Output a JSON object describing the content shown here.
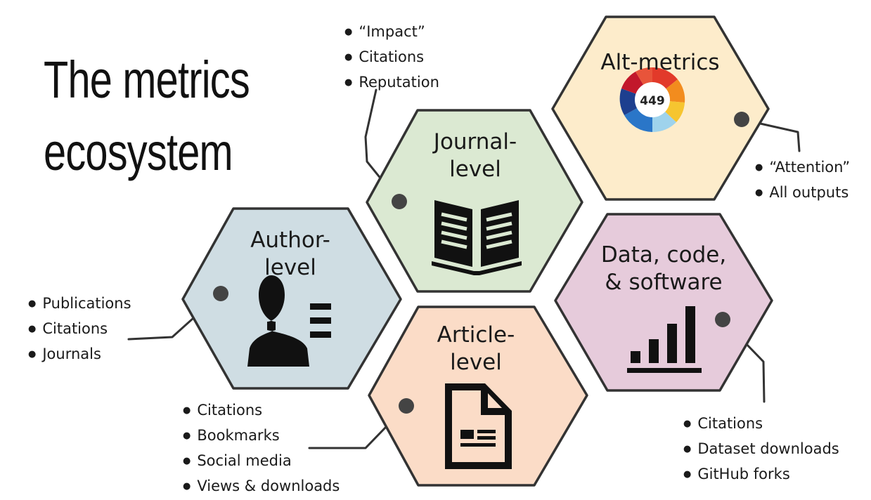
{
  "title": {
    "line1": "The metrics",
    "line2": "ecosystem"
  },
  "hexagons": {
    "journal": {
      "label_line1": "Journal-",
      "label_line2": "level",
      "fill": "#dbe9d2",
      "icon": "open-book-icon",
      "bullets": [
        "“Impact”",
        "Citations",
        "Reputation"
      ]
    },
    "altmetrics": {
      "label_line1": "Alt-metrics",
      "fill": "#fdeccb",
      "icon": "altmetric-donut-icon",
      "badge_score": "449",
      "bullets": [
        "“Attention”",
        "All outputs"
      ]
    },
    "author": {
      "label_line1": "Author-",
      "label_line2": "level",
      "fill": "#cfdde3",
      "icon": "person-profile-icon",
      "bullets": [
        "Publications",
        "Citations",
        "Journals"
      ]
    },
    "data": {
      "label_line1": "Data, code,",
      "label_line2": "& software",
      "fill": "#e6cbdb",
      "icon": "bar-chart-icon",
      "bullets": [
        "Citations",
        "Dataset downloads",
        "GitHub forks"
      ]
    },
    "article": {
      "label_line1": "Article-",
      "label_line2": "level",
      "fill": "#fbdcc7",
      "icon": "document-icon",
      "bullets": [
        "Citations",
        "Bookmarks",
        "Social media",
        "Views & downloads"
      ]
    }
  },
  "colors": {
    "outline": "#333333",
    "connector": "#333333",
    "dot": "#444444",
    "text": "#1a1a1a"
  }
}
